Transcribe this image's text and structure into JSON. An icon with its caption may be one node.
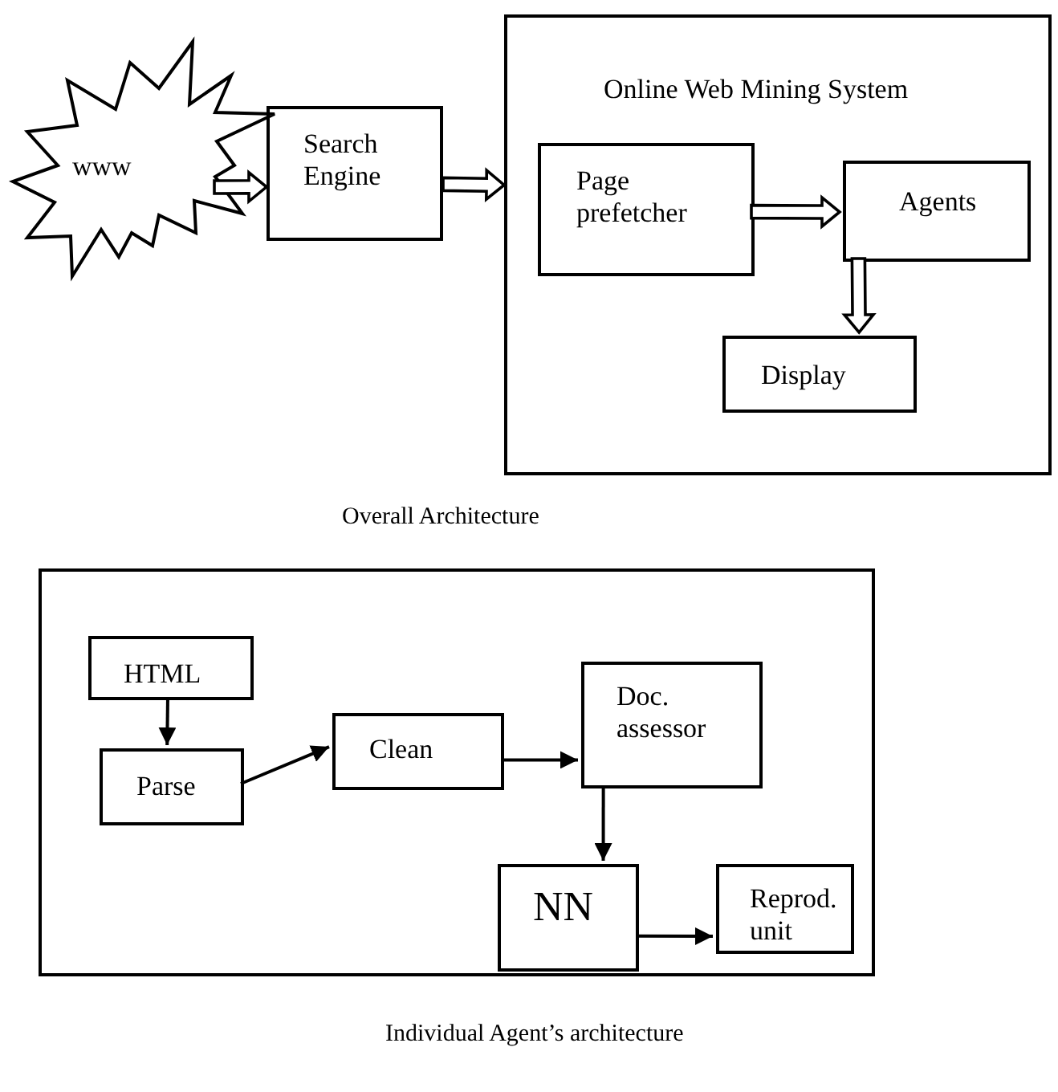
{
  "diagram": {
    "nodes": [
      {
        "text": [
          "www"
        ]
      },
      {
        "text": [
          "Search Engine"
        ]
      },
      {
        "text": [
          "Online Web Mining System"
        ]
      },
      {
        "text": [
          "Page prefetcher"
        ],
        "in": 2
      },
      {
        "text": [
          "Agents"
        ],
        "in": 2
      },
      {
        "text": [
          "Display"
        ],
        "in": 2
      },
      {
        "text": [],
        "shape": "box"
      },
      {
        "text": [
          "HTML"
        ],
        "in": 6
      },
      {
        "text": [
          "Parse"
        ],
        "in": 6
      },
      {
        "text": [
          "Clean"
        ],
        "in": 6
      },
      {
        "text": [
          "Doc. assessor"
        ],
        "in": 6
      },
      {
        "text": [
          "NN"
        ],
        "in": 6
      },
      {
        "text": [
          "Reprod. unit"
        ],
        "in": 6
      }
    ],
    "edges": [
      {
        "from": 0,
        "to": 1,
        "arrow": "to",
        "style": "thick"
      },
      {
        "from": 1,
        "to": 2,
        "arrow": "to",
        "style": "thick"
      },
      {
        "from": 3,
        "to": 4,
        "arrow": "to",
        "style": "thick"
      },
      {
        "from": 4,
        "to": 5,
        "arrow": "to",
        "style": "thick"
      },
      {
        "from": 7,
        "to": 8,
        "arrow": "to"
      },
      {
        "from": 8,
        "to": 9,
        "arrow": "to"
      },
      {
        "from": 9,
        "to": 10,
        "arrow": "to"
      },
      {
        "from": 10,
        "to": 11,
        "arrow": "to"
      },
      {
        "from": 11,
        "to": 12,
        "arrow": "to"
      }
    ],
    "labels": [
      "Overall Architecture",
      "Individual Agent’s architecture"
    ]
  }
}
